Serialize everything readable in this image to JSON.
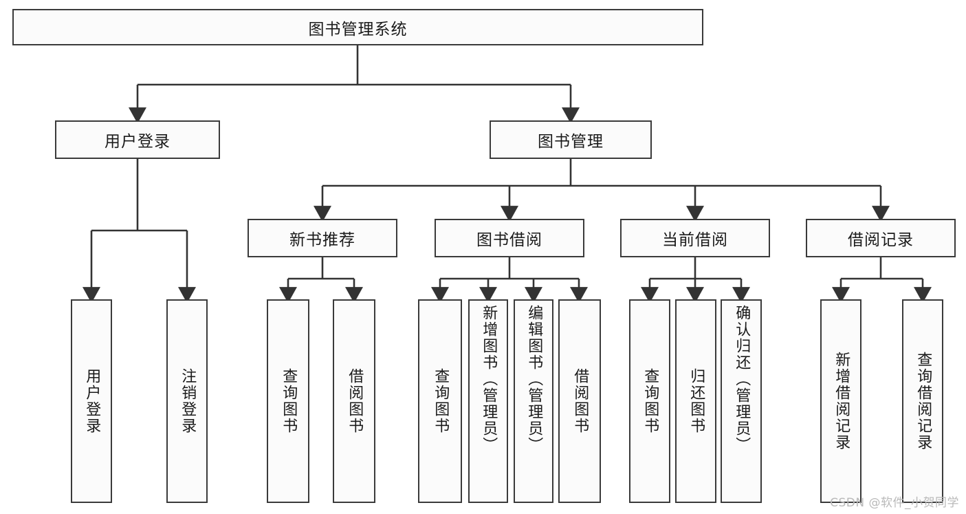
{
  "diagram": {
    "title": "图书管理系统",
    "watermark": "CSDN @软件_小贺同学",
    "colors": {
      "background": "#ffffff",
      "node_fill": "#fbfbfb",
      "node_border": "#3a3a3a",
      "edge": "#333333",
      "text": "#1a1a1a",
      "watermark": "#b9b9b9"
    },
    "root": {
      "label": "图书管理系统"
    },
    "level2": [
      {
        "label": "用户登录"
      },
      {
        "label": "图书管理"
      }
    ],
    "level3": [
      {
        "label": "新书推荐"
      },
      {
        "label": "图书借阅"
      },
      {
        "label": "当前借阅"
      },
      {
        "label": "借阅记录"
      }
    ],
    "leaves": {
      "user_login": [
        {
          "label": "用户登录"
        },
        {
          "label": "注销登录"
        }
      ],
      "new_book": [
        {
          "label": "查询图书"
        },
        {
          "label": "借阅图书"
        }
      ],
      "book_borrow": [
        {
          "label": "查询图书"
        },
        {
          "label": "新增图书（管理员）"
        },
        {
          "label": "编辑图书（管理员）"
        },
        {
          "label": "借阅图书"
        }
      ],
      "current_borrow": [
        {
          "label": "查询图书"
        },
        {
          "label": "归还图书"
        },
        {
          "label": "确认归还（管理员）"
        }
      ],
      "borrow_record": [
        {
          "label": "新增借阅记录"
        },
        {
          "label": "查询借阅记录"
        }
      ]
    }
  }
}
